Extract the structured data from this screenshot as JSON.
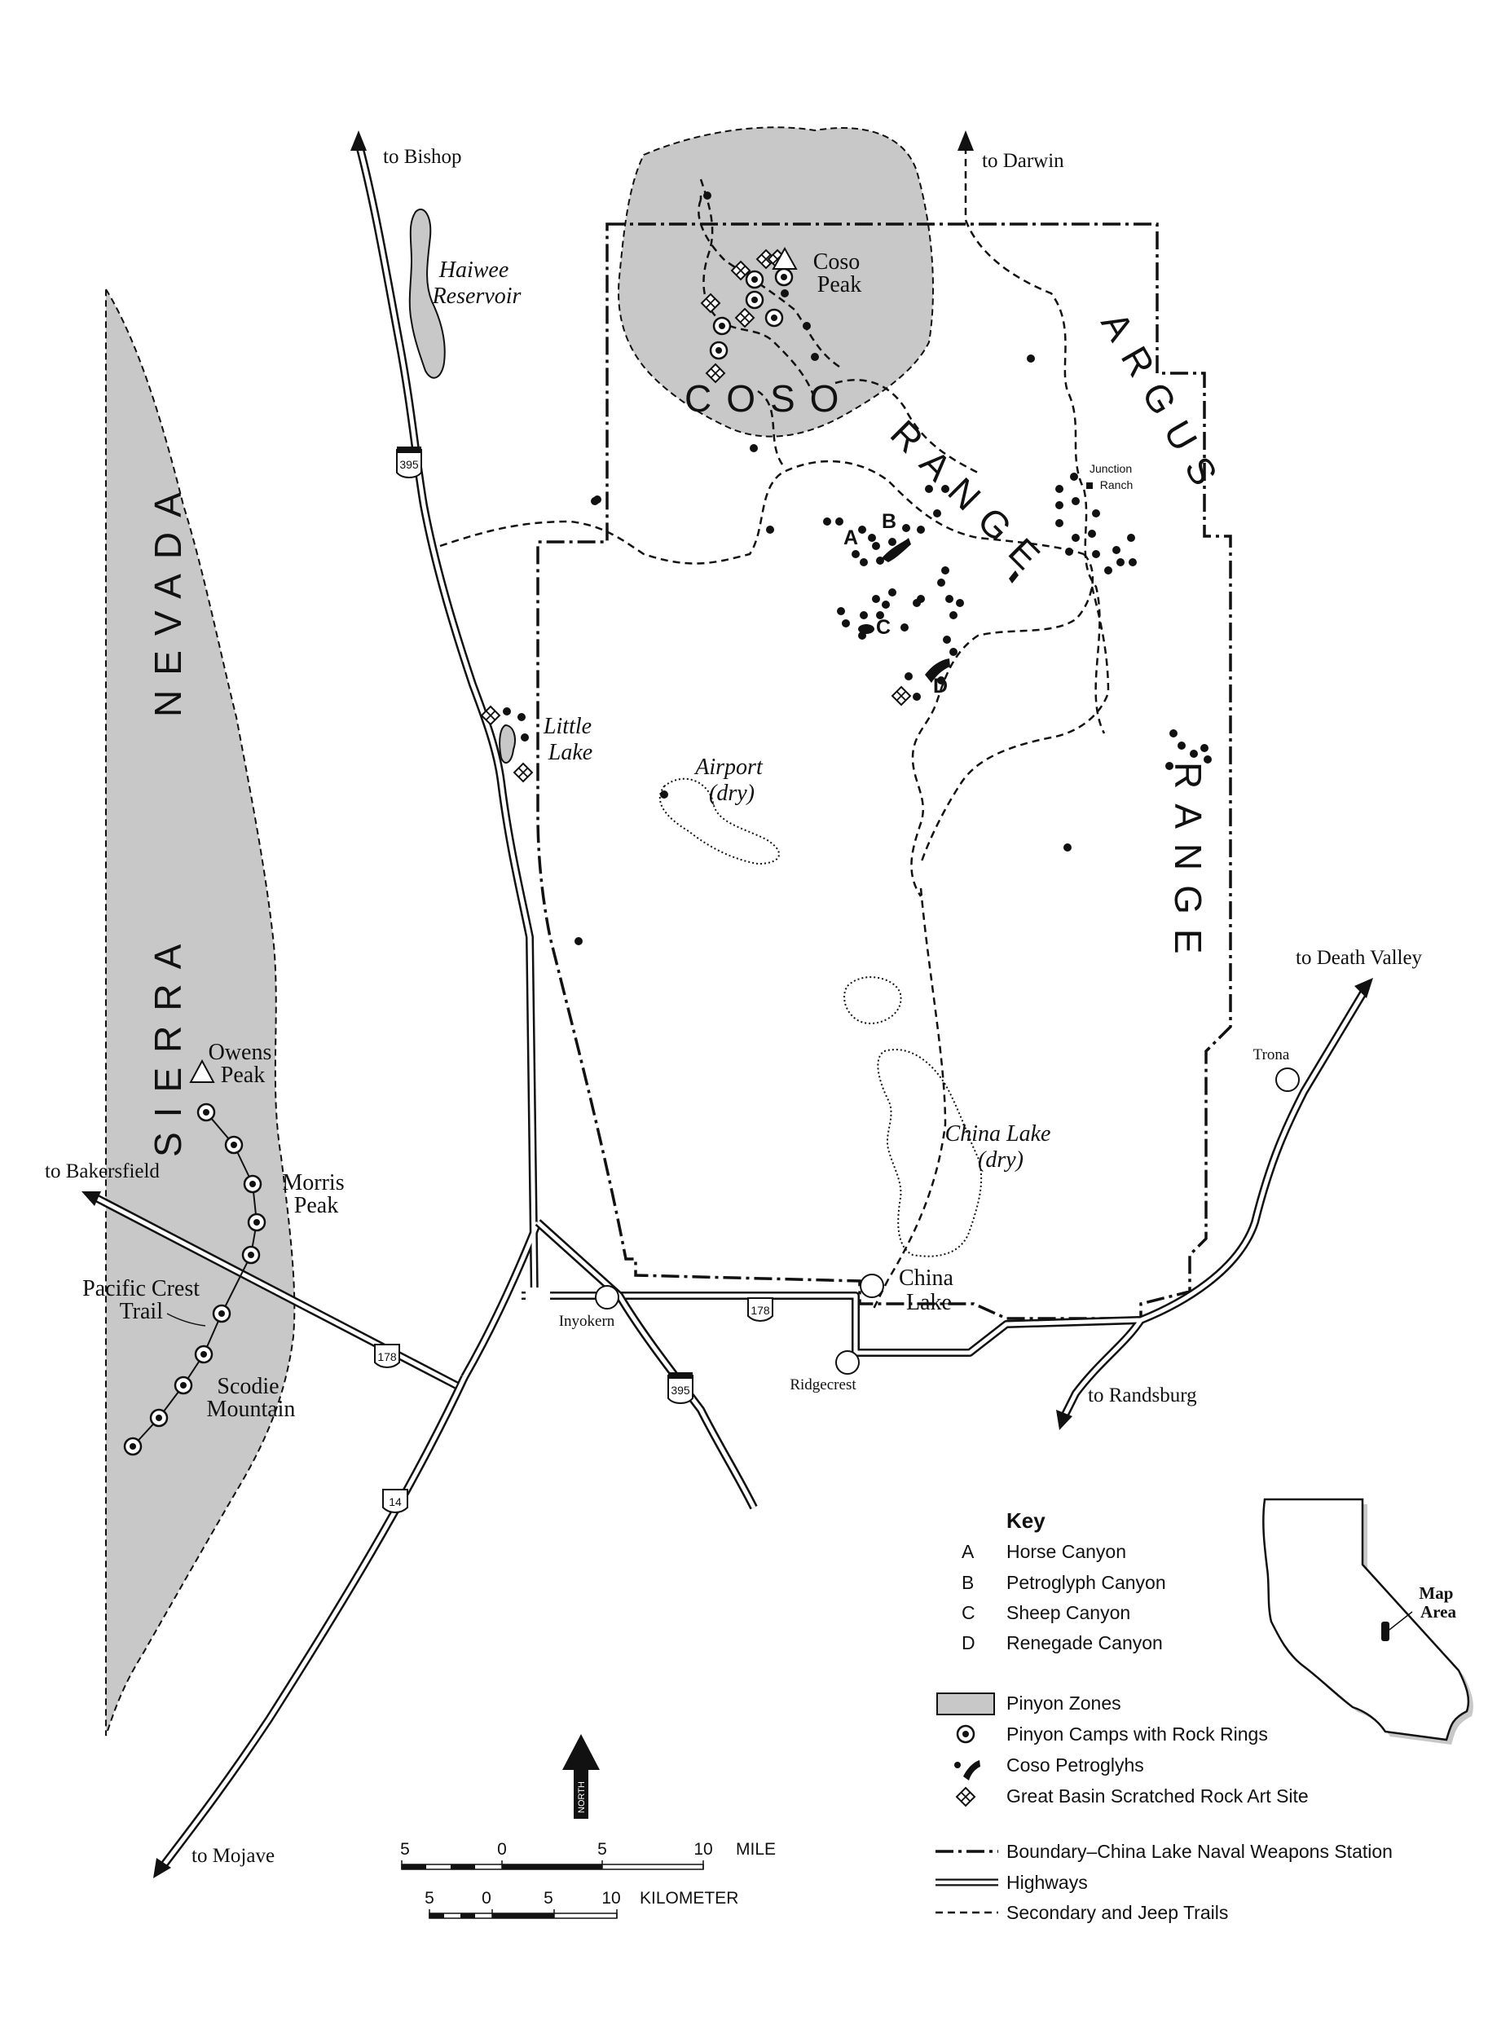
{
  "regions": {
    "nevada": "NEVADA",
    "sierra": "SIERRA",
    "coso": "COSO",
    "range1": "RANGE",
    "argus": "ARGUS",
    "range2": "RANGE"
  },
  "places": {
    "haiwee": [
      "Haiwee",
      "Reservoir"
    ],
    "little_lake": [
      "Little",
      "Lake"
    ],
    "airport": [
      "Airport",
      "(dry)"
    ],
    "china_lake_dry": [
      "China Lake",
      "(dry)"
    ],
    "coso_peak": [
      "Coso",
      "Peak"
    ],
    "owens_peak": [
      "Owens",
      "Peak"
    ],
    "morris_peak": [
      "Morris",
      "Peak"
    ],
    "scodie": [
      "Scodie",
      "Mountain"
    ],
    "pct": [
      "Pacific Crest",
      "Trail"
    ],
    "china_lake_town": [
      "China",
      "Lake"
    ],
    "junction_ranch": [
      "Junction",
      "Ranch"
    ],
    "inyokern": "Inyokern",
    "ridgecrest": "Ridgecrest",
    "trona": "Trona"
  },
  "destinations": {
    "bishop": "to Bishop",
    "darwin": "to Darwin",
    "death_valley": "to Death Valley",
    "bakersfield": "to Bakersfield",
    "randsburg": "to Randsburg",
    "mojave": "to Mojave"
  },
  "highway_shields": {
    "us395": "395",
    "sr178": "178",
    "sr14": "14"
  },
  "site_letters": [
    "A",
    "B",
    "C",
    "D"
  ],
  "key": {
    "title": "Key",
    "sites": [
      {
        "letter": "A",
        "name": "Horse Canyon"
      },
      {
        "letter": "B",
        "name": "Petroglyph Canyon"
      },
      {
        "letter": "C",
        "name": "Sheep Canyon"
      },
      {
        "letter": "D",
        "name": "Renegade Canyon"
      }
    ],
    "symbols": [
      {
        "icon": "pinyon-zone-swatch",
        "label": "Pinyon Zones"
      },
      {
        "icon": "pinyon-camp-icon",
        "label": "Pinyon Camps with Rock Rings"
      },
      {
        "icon": "petroglyph-icon",
        "label": "Coso Petroglyhs"
      },
      {
        "icon": "scratched-rock-icon",
        "label": "Great Basin Scratched Rock Art Site"
      }
    ],
    "lines": [
      {
        "icon": "boundary-line",
        "label": "Boundary–China Lake Naval Weapons Station"
      },
      {
        "icon": "highway-line",
        "label": "Highways"
      },
      {
        "icon": "trail-line",
        "label": "Secondary and Jeep Trails"
      }
    ]
  },
  "scale": {
    "mile_ticks": [
      "5",
      "0",
      "5",
      "10"
    ],
    "mile_unit": "MILE",
    "km_ticks": [
      "5",
      "0",
      "5",
      "10"
    ],
    "km_unit": "KILOMETER"
  },
  "north_label": "NORTH",
  "inset": {
    "label": [
      "Map",
      "Area"
    ]
  },
  "colors": {
    "pinyon_zone": "#c8c8c8",
    "ink": "#111111",
    "background": "#ffffff"
  }
}
